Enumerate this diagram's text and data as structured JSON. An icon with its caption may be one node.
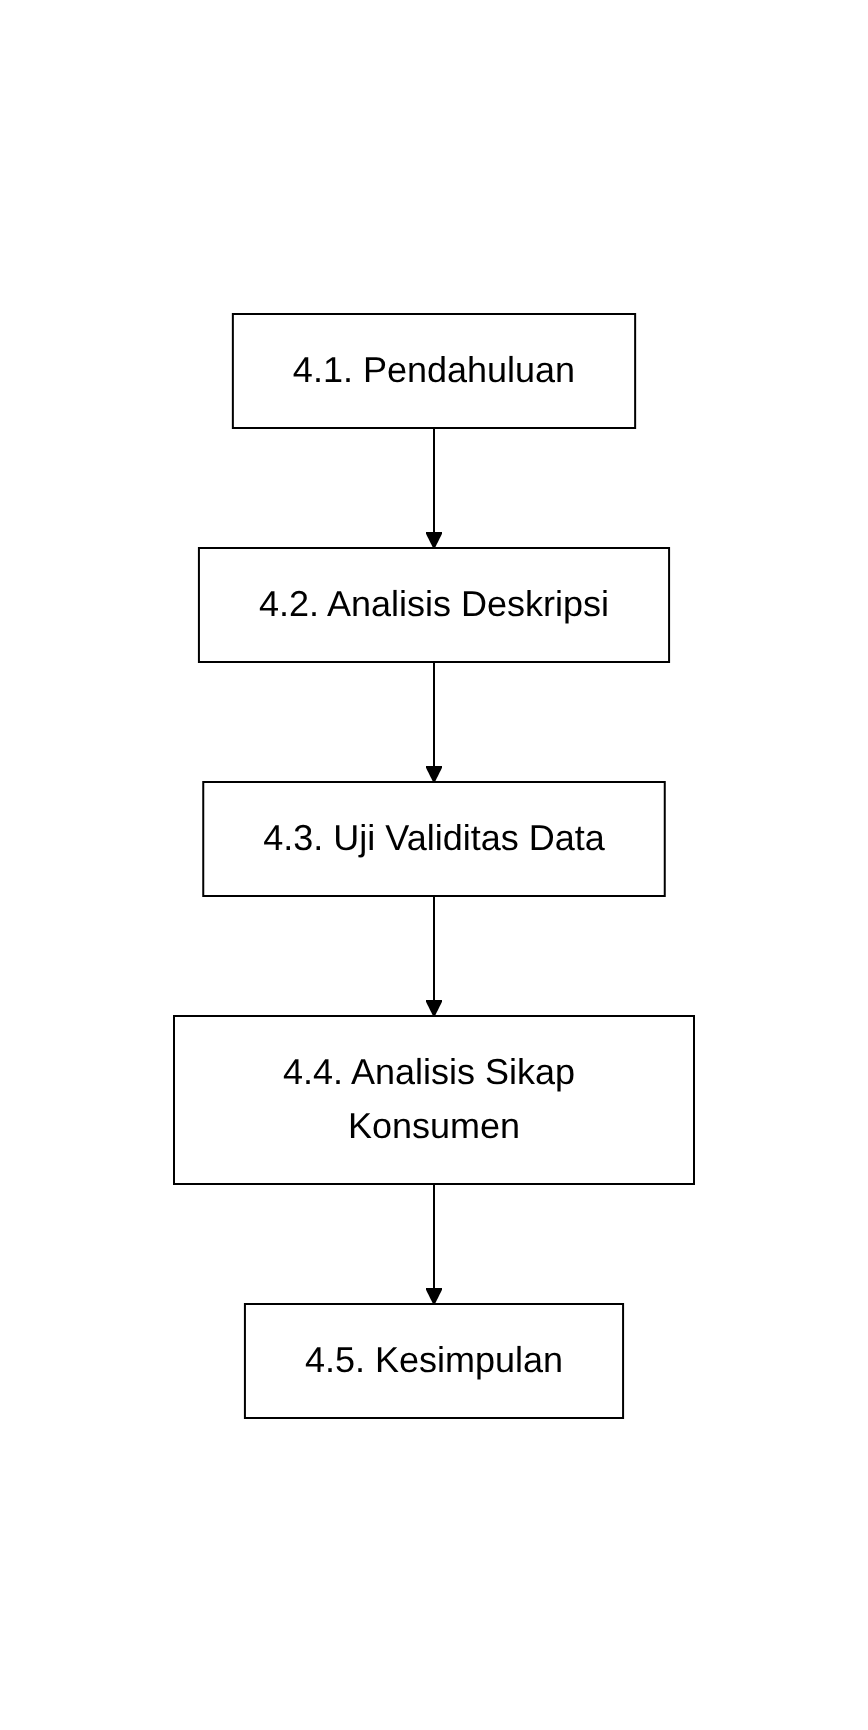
{
  "diagram": {
    "nodes": [
      {
        "text": [
          "4.1. Pendahuluan"
        ]
      },
      {
        "text": [
          "4.2. Analisis Deskripsi"
        ]
      },
      {
        "text": [
          "4.3. Uji Validitas Data"
        ]
      },
      {
        "text": [
          "4.4. Analisis Sikap Konsumen"
        ]
      },
      {
        "text": [
          "4.5. Kesimpulan"
        ]
      }
    ],
    "edges": [
      {
        "from": 0,
        "to": 1,
        "arrow": "to"
      },
      {
        "from": 1,
        "to": 2,
        "arrow": "to"
      },
      {
        "from": 2,
        "to": 3,
        "arrow": "to"
      },
      {
        "from": 3,
        "to": 4,
        "arrow": "to"
      }
    ]
  }
}
